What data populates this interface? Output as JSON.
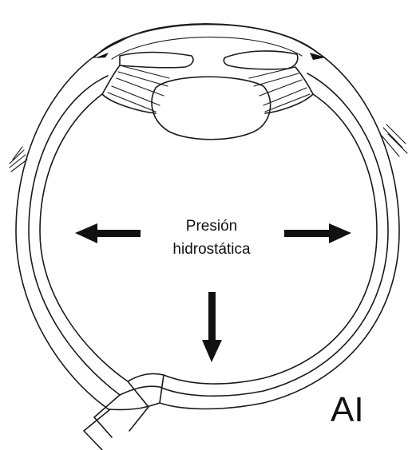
{
  "diagram": {
    "label": {
      "line1": "Presión",
      "line2": "hidrostática"
    },
    "panel_letter": "AI"
  },
  "colors": {
    "ink": "#111111",
    "background": "#ffffff"
  }
}
